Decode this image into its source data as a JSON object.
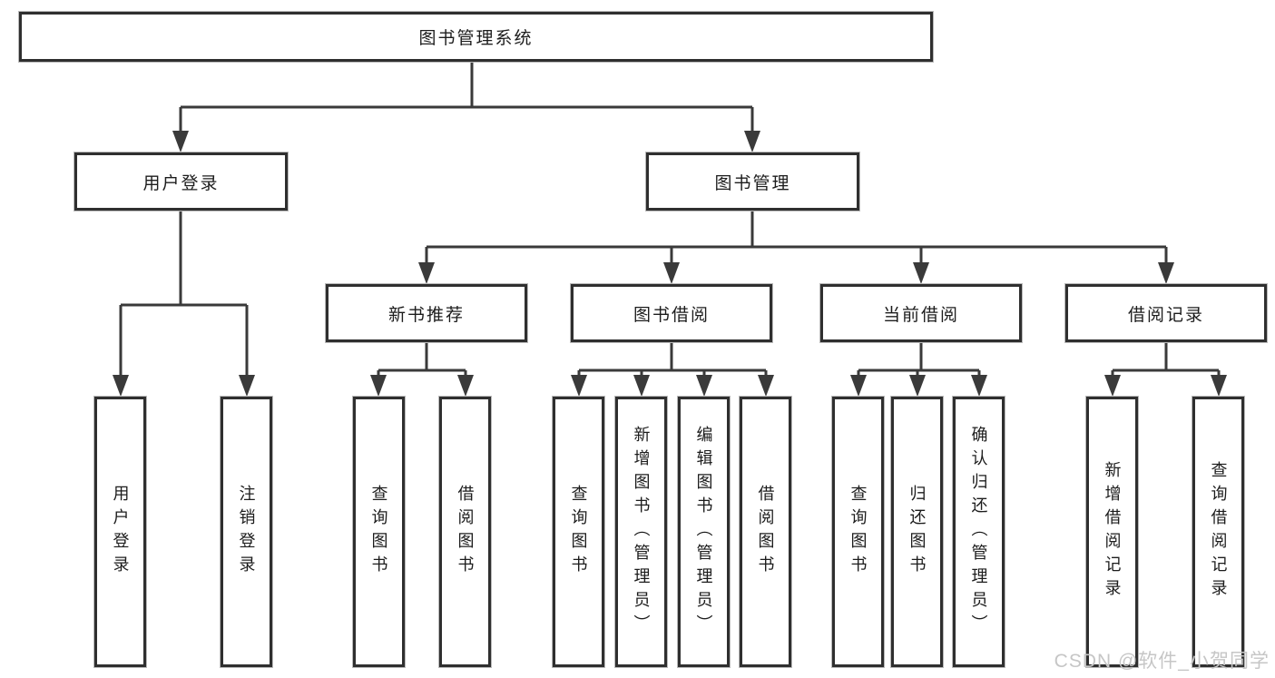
{
  "diagram": {
    "title_node": {
      "label": "图书管理系统"
    },
    "level2": [
      {
        "label": "用户登录"
      },
      {
        "label": "图书管理"
      }
    ],
    "level3": [
      {
        "label": "新书推荐"
      },
      {
        "label": "图书借阅"
      },
      {
        "label": "当前借阅"
      },
      {
        "label": "借阅记录"
      }
    ],
    "leaves": {
      "user_login": [
        "用户登录",
        "注销登录"
      ],
      "new_book": [
        "查询图书",
        "借阅图书"
      ],
      "book_borrow": [
        "查询图书",
        "新增图书（管理员）",
        "编辑图书（管理员）",
        "借阅图书"
      ],
      "current_borrow": [
        "查询图书",
        "归还图书",
        "确认归还（管理员）"
      ],
      "borrow_record": [
        "新增借阅记录",
        "查询借阅记录"
      ]
    },
    "colors": {
      "line": "#3a3a3a",
      "box_border": "#2f2f2f",
      "box_fill": "#ffffff",
      "text": "#1c1c1c",
      "watermark": "#c6c6c6"
    }
  },
  "watermark": {
    "text": "CSDN @软件_小贺同学"
  }
}
